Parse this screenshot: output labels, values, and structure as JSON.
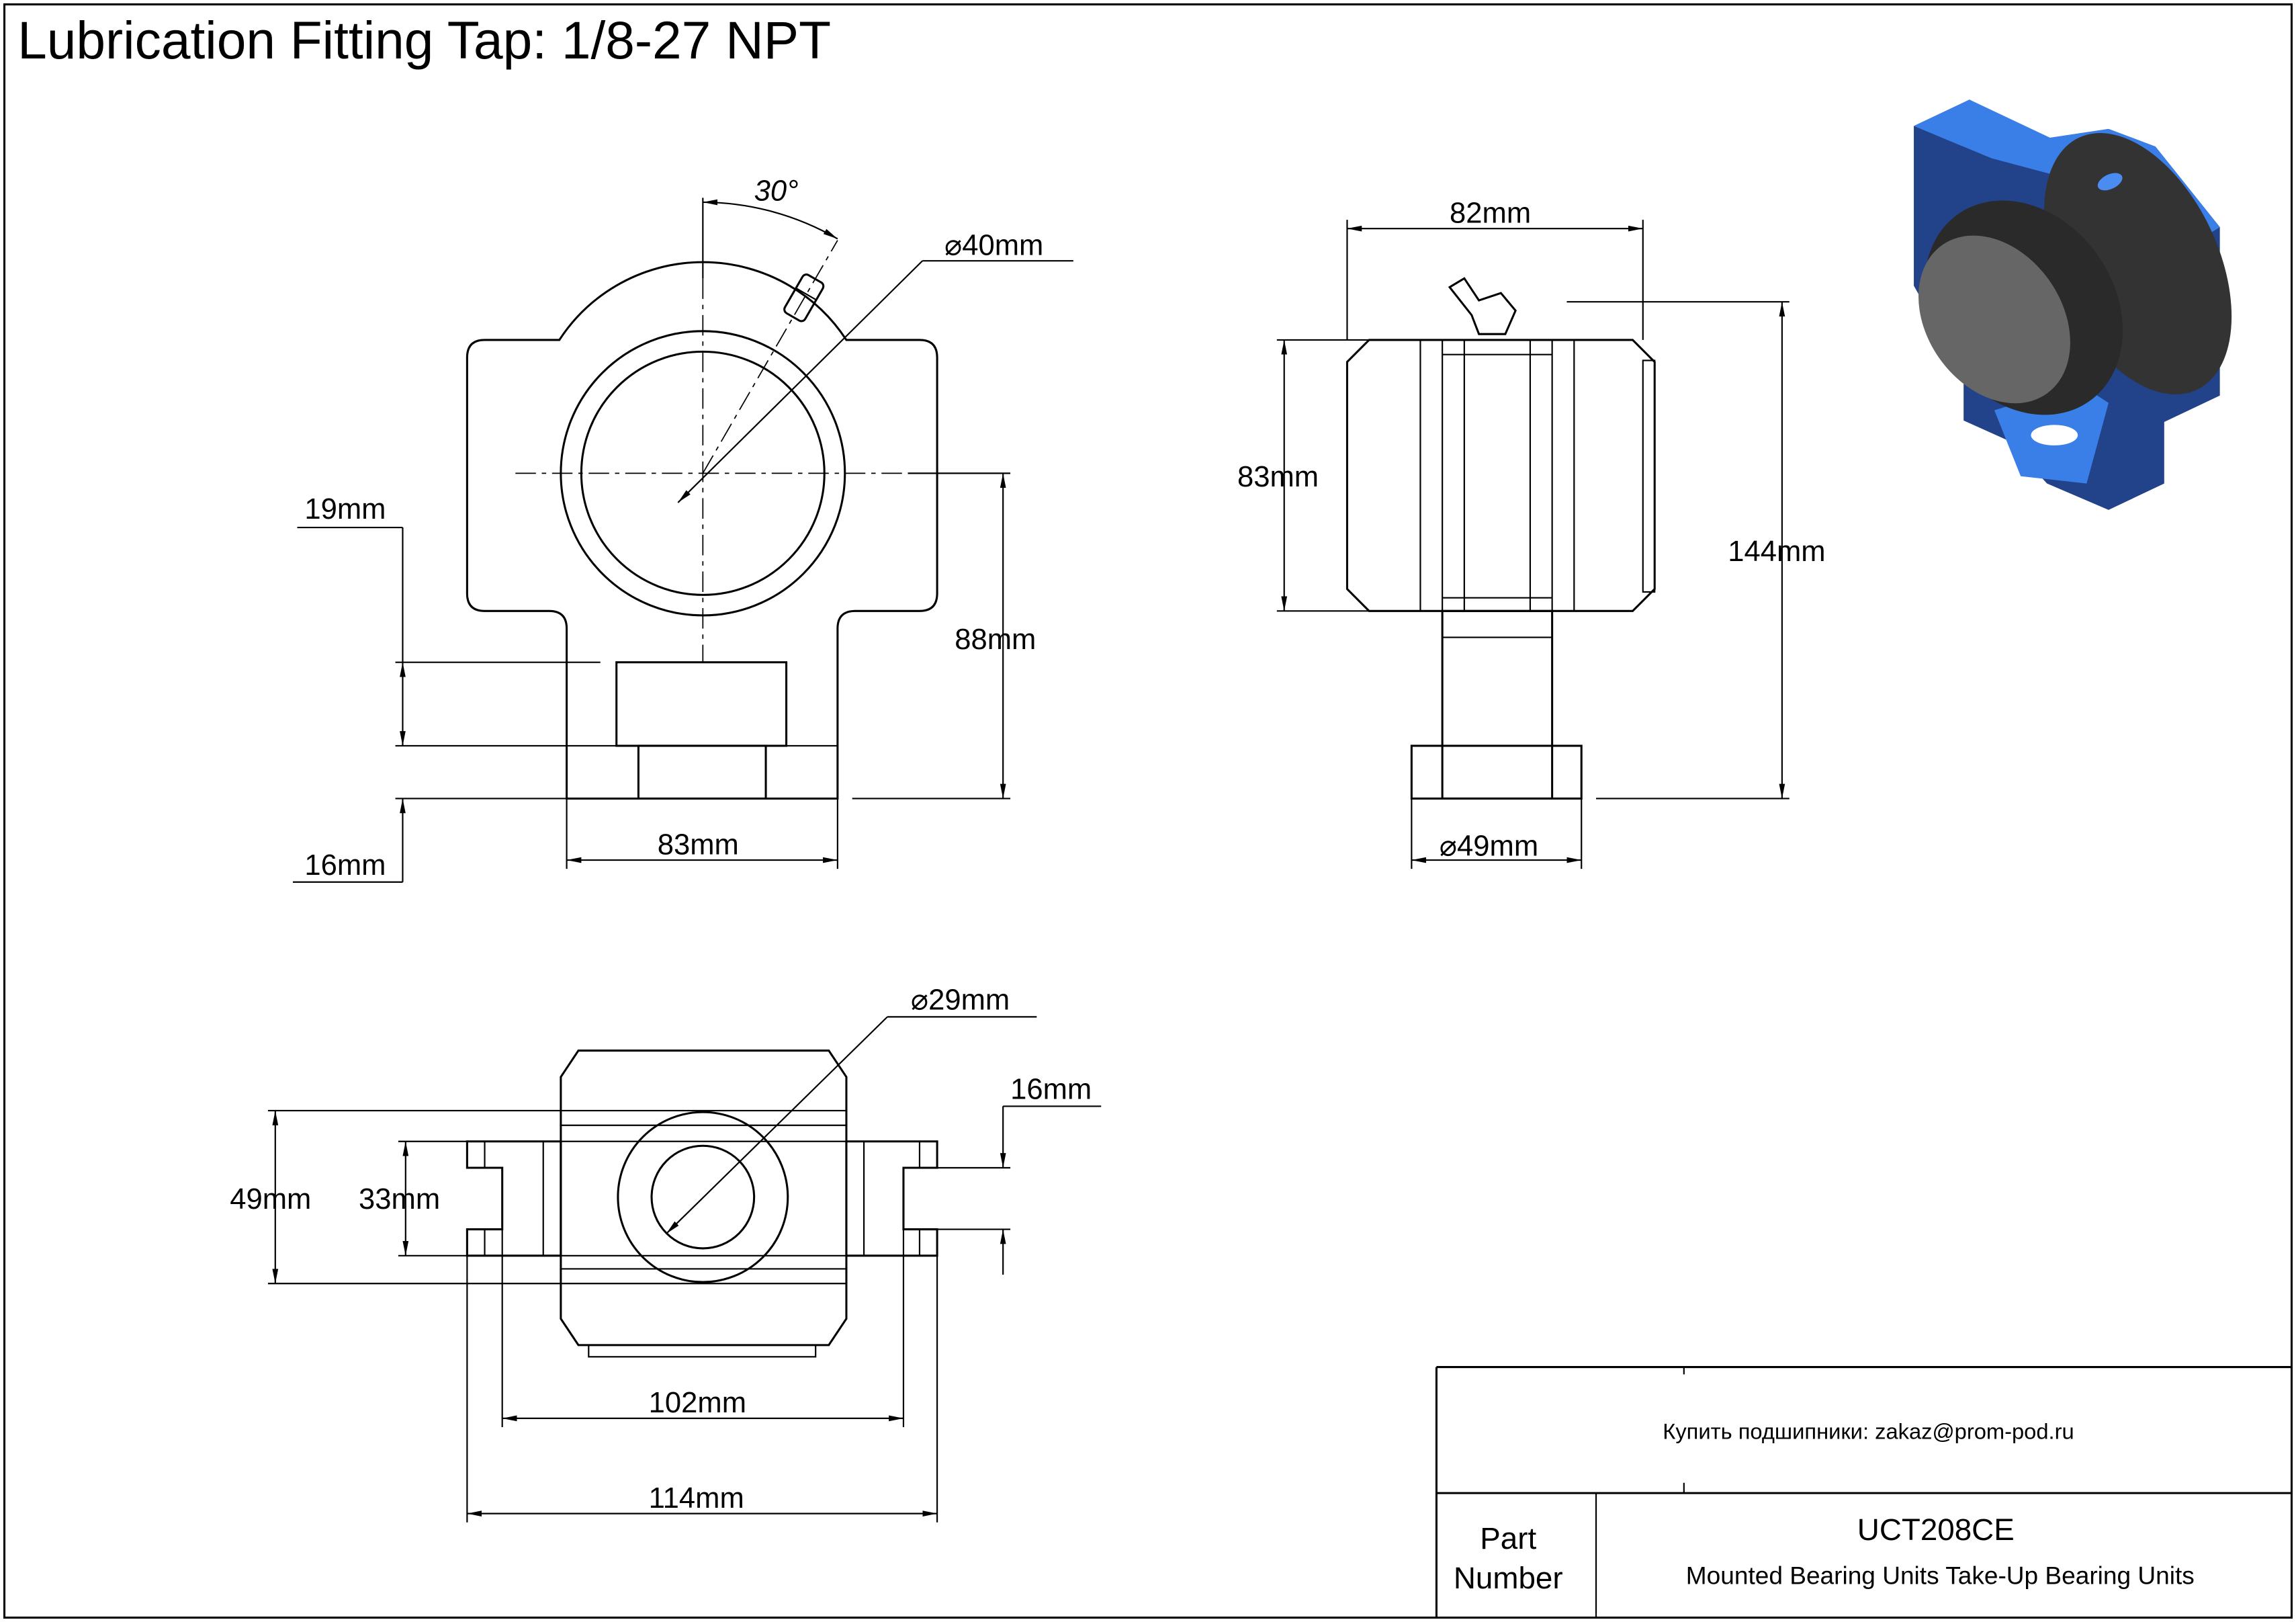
{
  "title": "Lubrication Fitting Tap: 1/8-27 NPT",
  "front_view": {
    "angle": "30°",
    "bore_diameter": "40mm",
    "dim_19": "19mm",
    "dim_16": "16mm",
    "dim_88": "88mm",
    "dim_83": "83mm"
  },
  "side_view": {
    "width": "82mm",
    "height_83": "83mm",
    "height_144": "144mm",
    "base_diameter": "49mm"
  },
  "bottom_view": {
    "hole_diameter": "29mm",
    "dim_16": "16mm",
    "dim_49": "49mm",
    "dim_33": "33mm",
    "dim_102": "102mm",
    "dim_114": "114mm"
  },
  "title_block": {
    "contact": "Купить подшипники: zakaz@prom-pod.ru",
    "part_label_1": "Part",
    "part_label_2": "Number",
    "part_number": "UCT208CE",
    "description": "Mounted Bearing Units Take-Up Bearing Units"
  },
  "colors": {
    "housing": "#3a7ee8",
    "housing_dark": "#1f3d78",
    "insert": "#666666"
  }
}
